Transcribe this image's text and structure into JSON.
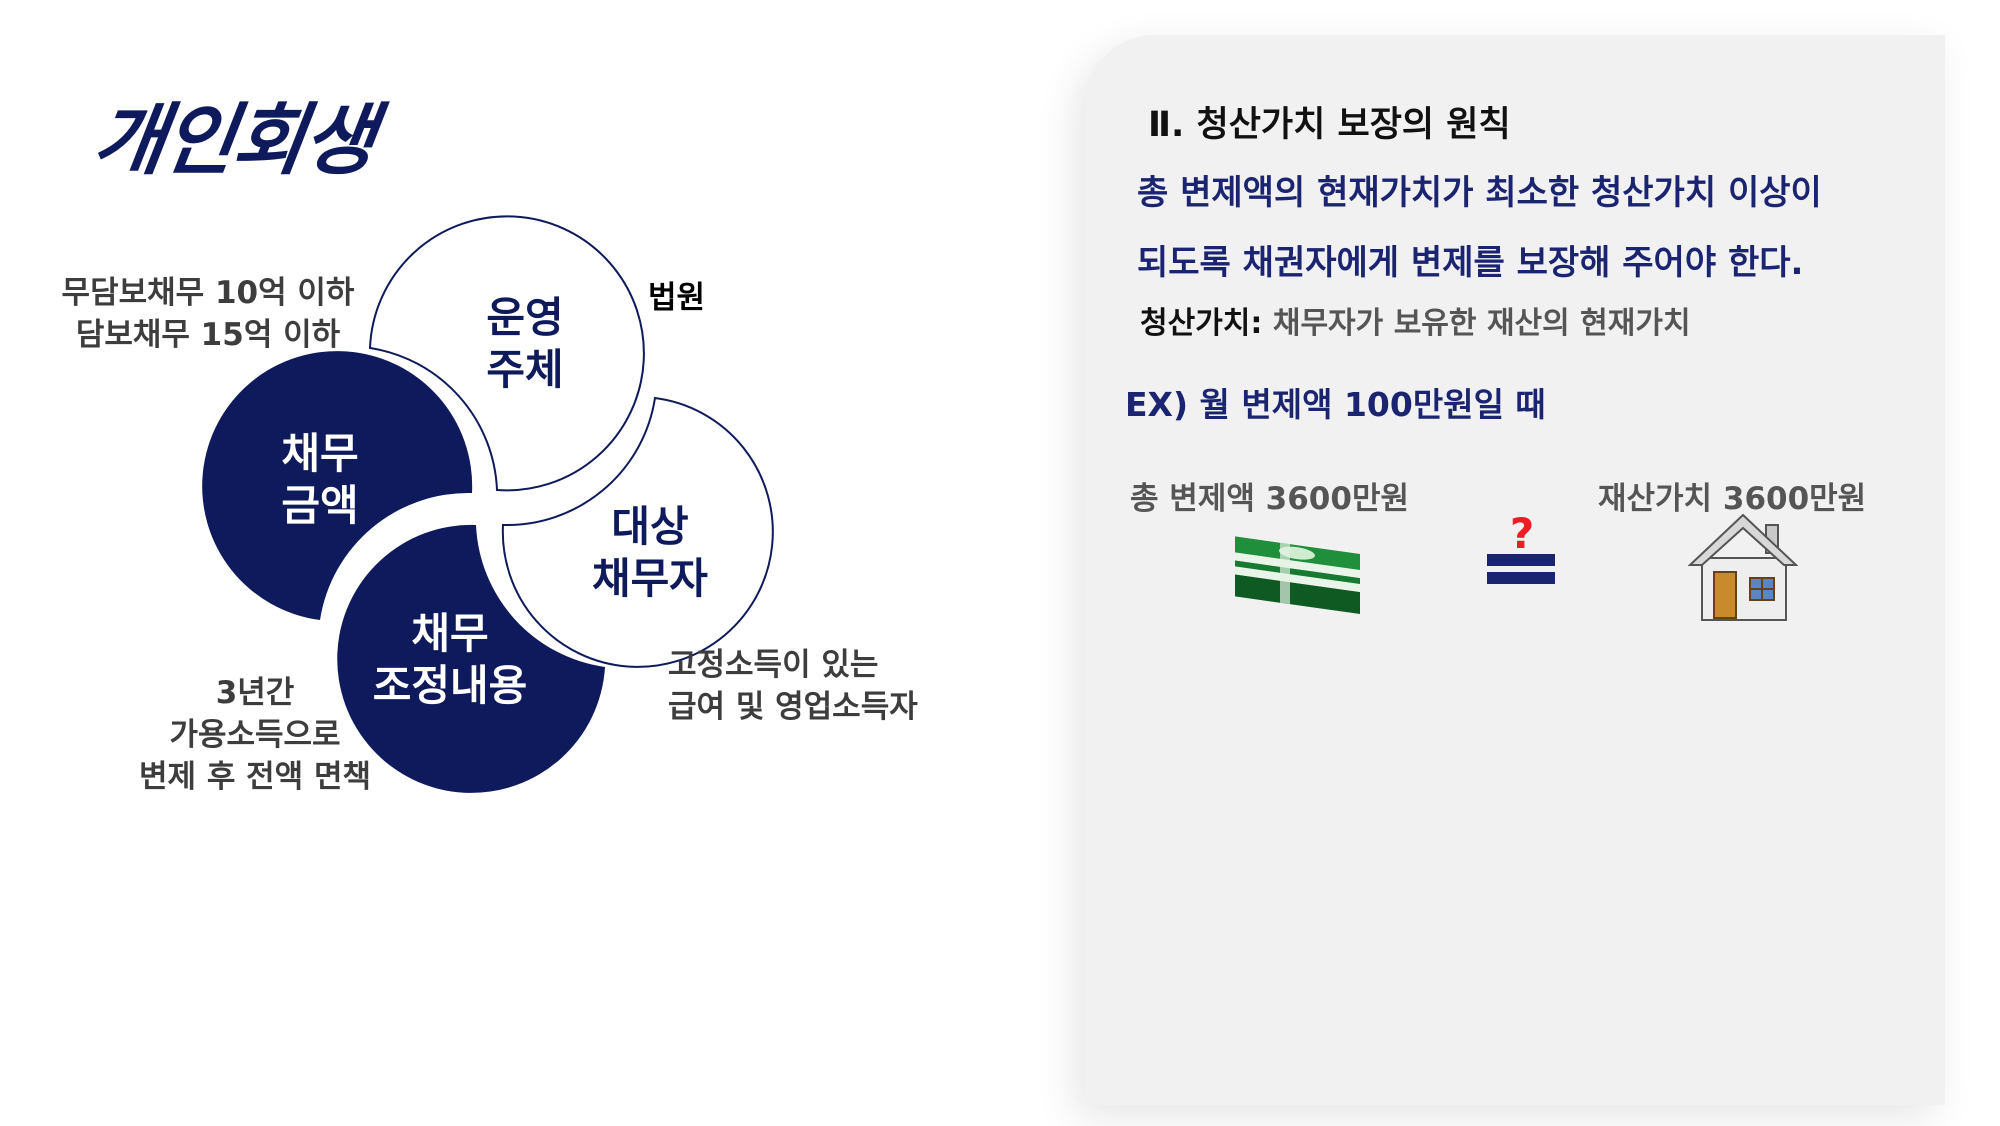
{
  "title": "개인회생",
  "diagram": {
    "operator": {
      "label": "운영 주체",
      "note": "법원"
    },
    "debt_amount": {
      "label": "채무 금액",
      "note_line1": "무담보채무 10억 이하",
      "note_line2": "담보채무 15억 이하"
    },
    "target_debtor": {
      "label": "대상 채무자",
      "note_line1": "고정소득이 있는",
      "note_line2": "급여 및 영업소득자"
    },
    "adjustment": {
      "label": "채무 조정내용",
      "note_line1": "3년간",
      "note_line2": "가용소득으로",
      "note_line3": "변제 후 전액 면책"
    }
  },
  "panel": {
    "heading": "Ⅱ. 청산가치 보장의 원칙",
    "principle_line1": "총 변제액의 현재가치가 최소한 청산가치 이상이",
    "principle_line2": "되도록 채권자에게 변제를 보장해 주어야 한다.",
    "definition_label": "청산가치:",
    "definition_text": " 채무자가 보유한 재산의 현재가치",
    "example": "EX) 월 변제액 100만원일 때",
    "total_repayment": "총 변제액 3600만원",
    "asset_value": "재산가치 3600만원",
    "equal_question": "?"
  },
  "colors": {
    "navy": "#0e1a5c",
    "red": "#ee1c24"
  },
  "icons": [
    "money-stack-icon",
    "question-equal-icon",
    "house-icon"
  ]
}
